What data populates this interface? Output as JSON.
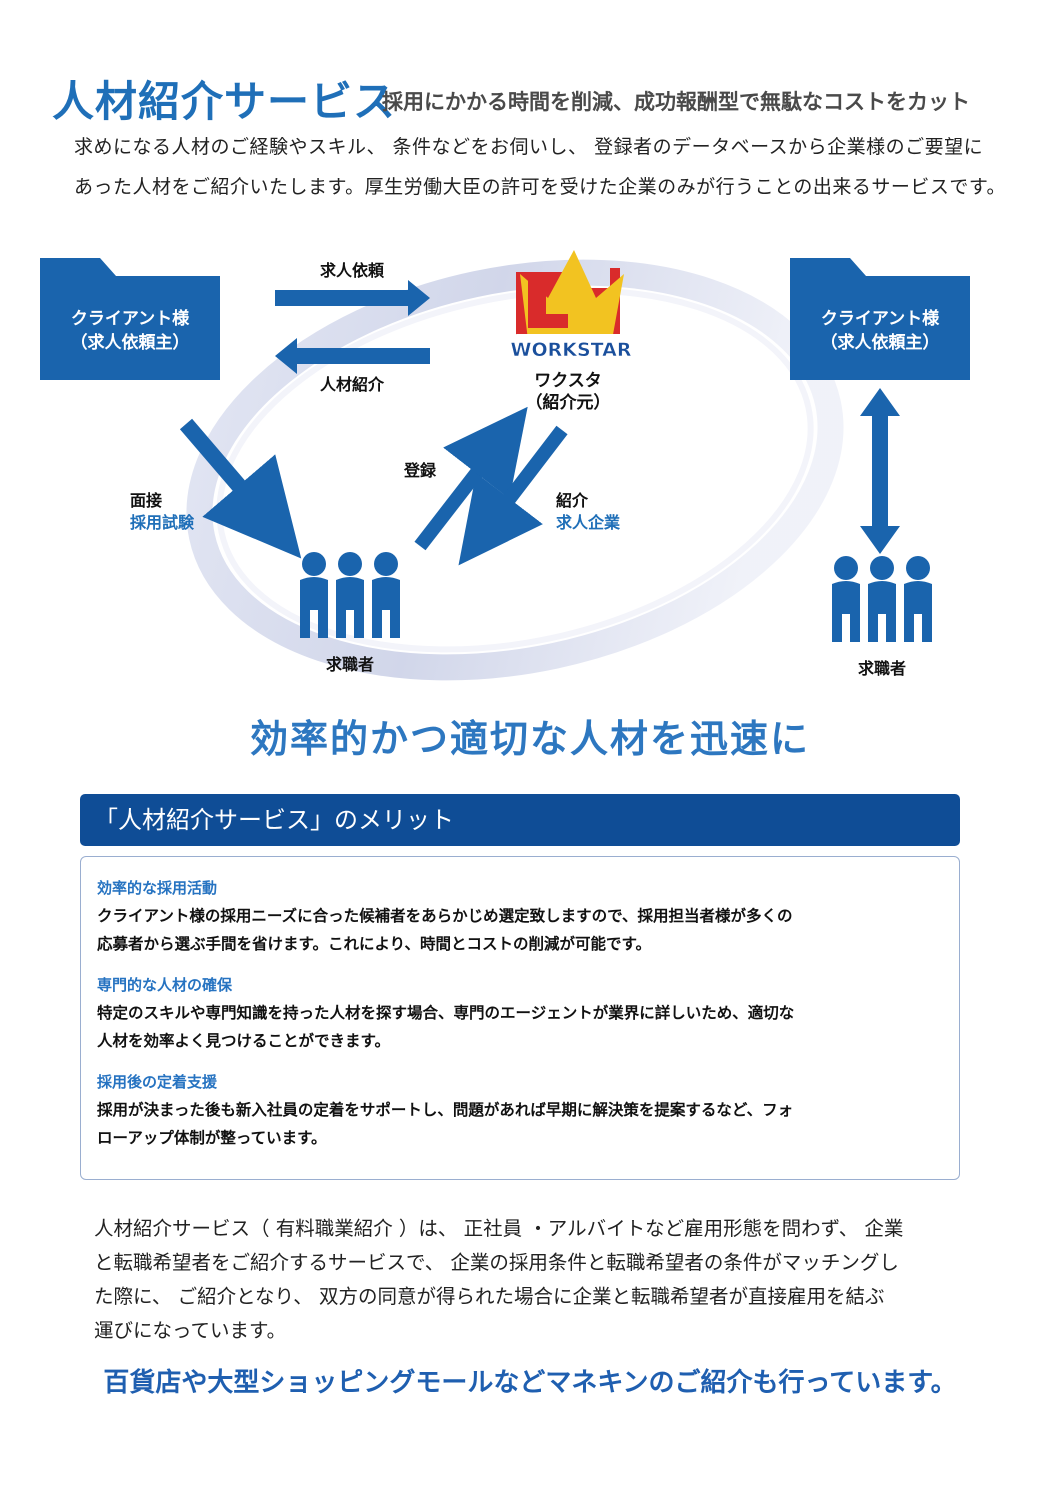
{
  "header": {
    "title": "人材紹介サービス",
    "subtitle": "採用にかかる時間を削減、成功報酬型で無駄なコストをカット",
    "intro_line1": "求めになる人材のご経験やスキル、 条件などをお伺いし、 登録者のデータベースから企業様のご要望に",
    "intro_line2": "あった人材をご紹介いたします。厚生労働大臣の許可を受けた企業のみが行うことの出来るサービスです。"
  },
  "diagram": {
    "client_left_line1": "クライアント様",
    "client_left_line2": "（求人依頼主）",
    "client_right_line1": "クライアント様",
    "client_right_line2": "（求人依頼主）",
    "arrow_request": "求人依頼",
    "arrow_introduce": "人材紹介",
    "logo_text": "WORKSTAR",
    "workstar_line1": "ワクスタ",
    "workstar_line2": "（紹介元）",
    "interview_line1": "面接",
    "interview_line2": "採用試験",
    "register": "登録",
    "introduction_line1": "紹介",
    "introduction_line2": "求人企業",
    "seeker_left": "求職者",
    "seeker_right": "求職者"
  },
  "tagline": "効率的かつ適切な人材を迅速に",
  "merits": {
    "header": "「人材紹介サービス」のメリット",
    "items": [
      {
        "heading": "効率的な採用活動",
        "line1": "クライアント様の採用ニーズに合った候補者をあらかじめ選定致しますので、採用担当者様が多くの",
        "line2": "応募者から選ぶ手間を省けます。これにより、時間とコストの削減が可能です。"
      },
      {
        "heading": "専門的な人材の確保",
        "line1": "特定のスキルや専門知識を持った人材を探す場合、専門のエージェントが業界に詳しいため、適切な",
        "line2": "人材を効率よく見つけることができます。"
      },
      {
        "heading": "採用後の定着支援",
        "line1": "採用が決まった後も新入社員の定着をサポートし、問題があれば早期に解決策を提案するなど、フォ",
        "line2": "ローアップ体制が整っています。"
      }
    ]
  },
  "outro": {
    "line1": "人材紹介サービス（ 有料職業紹介 ）は、 正社員 ・アルバイトなど雇用形態を問わず、 企業",
    "line2": "と転職希望者をご紹介するサービスで、 企業の採用条件と転職希望者の条件がマッチングし",
    "line3": "た際に、 ご紹介となり、 双方の同意が得られた場合に企業と転職希望者が直接雇用を結ぶ",
    "line4": "運びになっています。"
  },
  "closing": "百貨店や大型ショッピングモールなどマネキンのご紹介も行っています。",
  "colors": {
    "brand_blue": "#1f6fb8",
    "box_blue": "#1a64ad",
    "header_navy": "#0f4d96",
    "logo_yellow": "#f2c321",
    "logo_red": "#d92b2b"
  }
}
